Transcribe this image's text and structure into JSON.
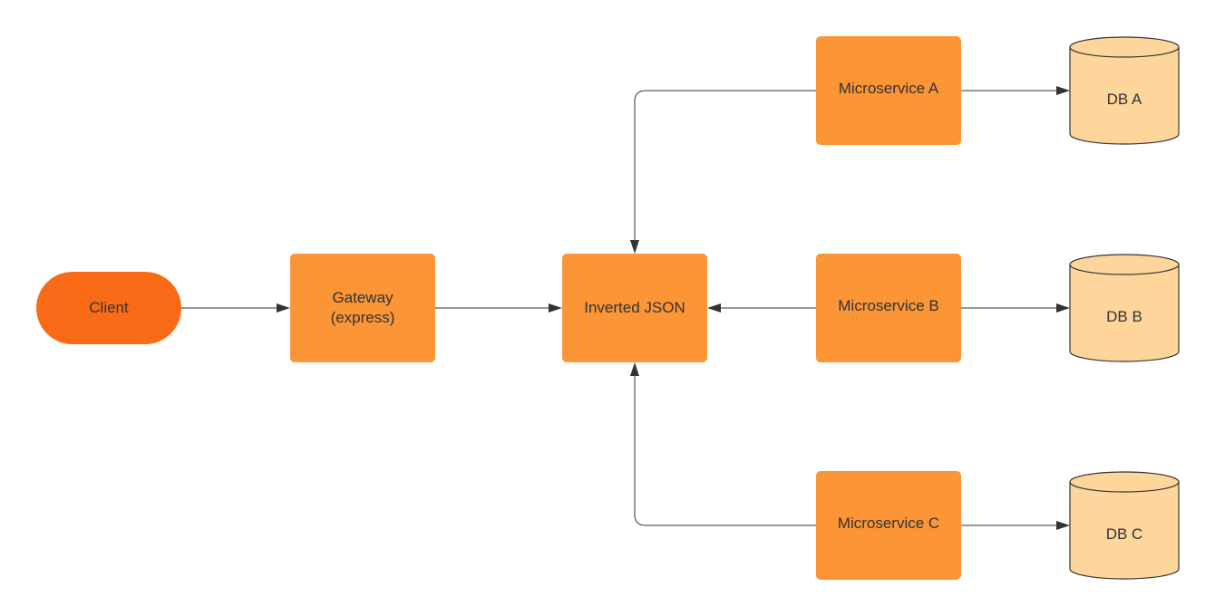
{
  "diagram": {
    "nodes": {
      "client": {
        "label": "Client"
      },
      "gateway": {
        "label_line1": "Gateway",
        "label_line2": "(express)"
      },
      "inverted_json": {
        "label": "Inverted JSON"
      },
      "microservice_a": {
        "label": "Microservice A"
      },
      "microservice_b": {
        "label": "Microservice B"
      },
      "microservice_c": {
        "label": "Microservice C"
      },
      "db_a": {
        "label": "DB A"
      },
      "db_b": {
        "label": "DB B"
      },
      "db_c": {
        "label": "DB C"
      }
    },
    "edges": [
      {
        "from": "client",
        "to": "gateway"
      },
      {
        "from": "gateway",
        "to": "inverted_json"
      },
      {
        "from": "microservice_a",
        "to": "inverted_json"
      },
      {
        "from": "microservice_b",
        "to": "inverted_json"
      },
      {
        "from": "microservice_c",
        "to": "inverted_json"
      },
      {
        "from": "microservice_a",
        "to": "db_a"
      },
      {
        "from": "microservice_b",
        "to": "db_b"
      },
      {
        "from": "microservice_c",
        "to": "db_c"
      }
    ],
    "colors": {
      "client_fill": "#f96a16",
      "service_fill": "#fb9535",
      "database_fill": "#fed59b",
      "line": "#333333",
      "text": "#333333"
    }
  }
}
